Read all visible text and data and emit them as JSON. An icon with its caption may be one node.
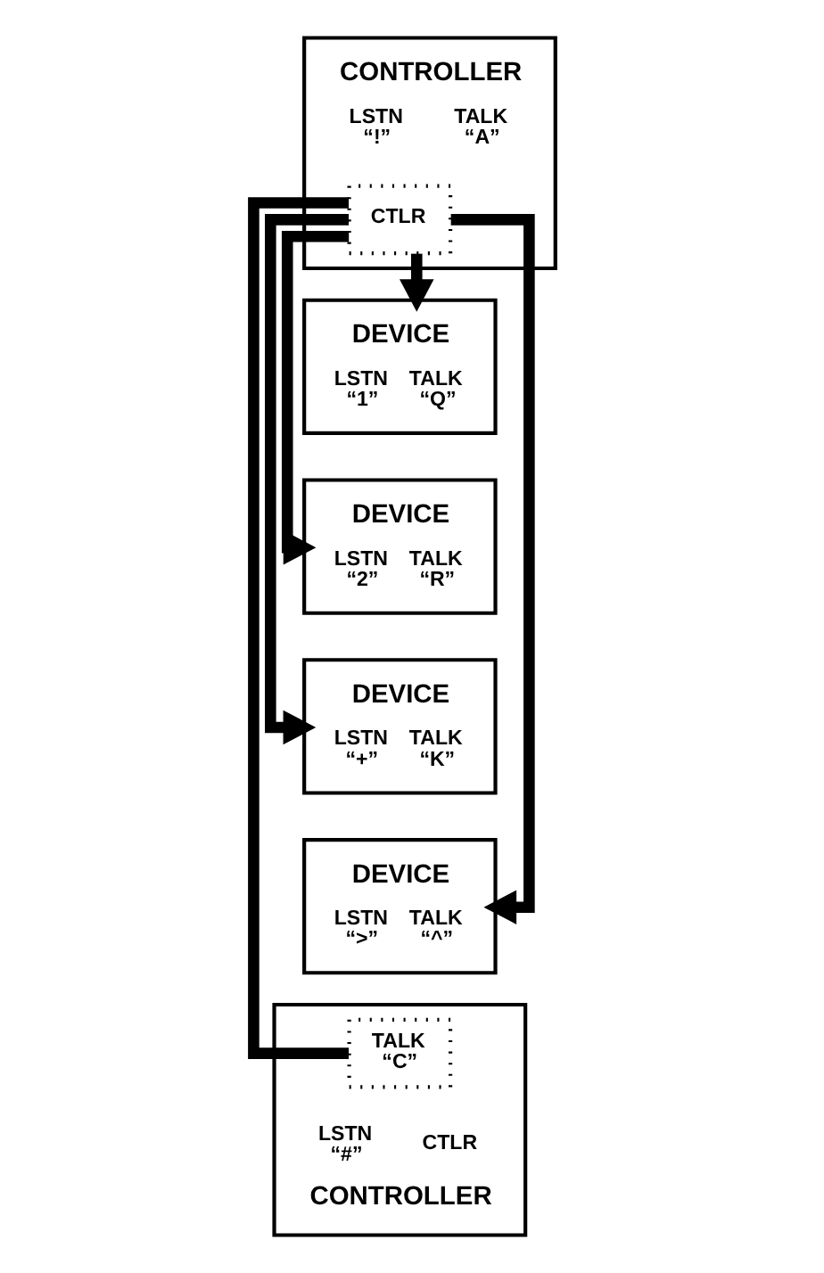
{
  "diagram": {
    "nodes": [
      {
        "text": [
          "CONTROLLER",
          "LSTN “!”",
          "TALK “A”"
        ]
      },
      {
        "text": [
          "CTLR"
        ],
        "in": 0
      },
      {
        "text": [
          "DEVICE",
          "LSTN “1”",
          "TALK “Q”"
        ]
      },
      {
        "text": [
          "DEVICE",
          "LSTN “2”",
          "TALK “R”"
        ]
      },
      {
        "text": [
          "DEVICE",
          "LSTN “+”",
          "TALK “K”"
        ]
      },
      {
        "text": [
          "DEVICE",
          "LSTN “>”",
          "TALK “^”"
        ]
      },
      {
        "text": [
          "LSTN “#”",
          "CTLR",
          "CONTROLLER"
        ]
      },
      {
        "text": [
          "TALK “C”"
        ],
        "in": 6
      }
    ],
    "edges": [
      {
        "from": 1,
        "to": 7,
        "arrow": "none"
      },
      {
        "from": 1,
        "to": 2,
        "arrow": "to"
      },
      {
        "from": 1,
        "to": 3,
        "arrow": "to"
      },
      {
        "from": 1,
        "to": 4,
        "arrow": "to"
      },
      {
        "from": 1,
        "to": 5,
        "arrow": "to"
      }
    ]
  }
}
